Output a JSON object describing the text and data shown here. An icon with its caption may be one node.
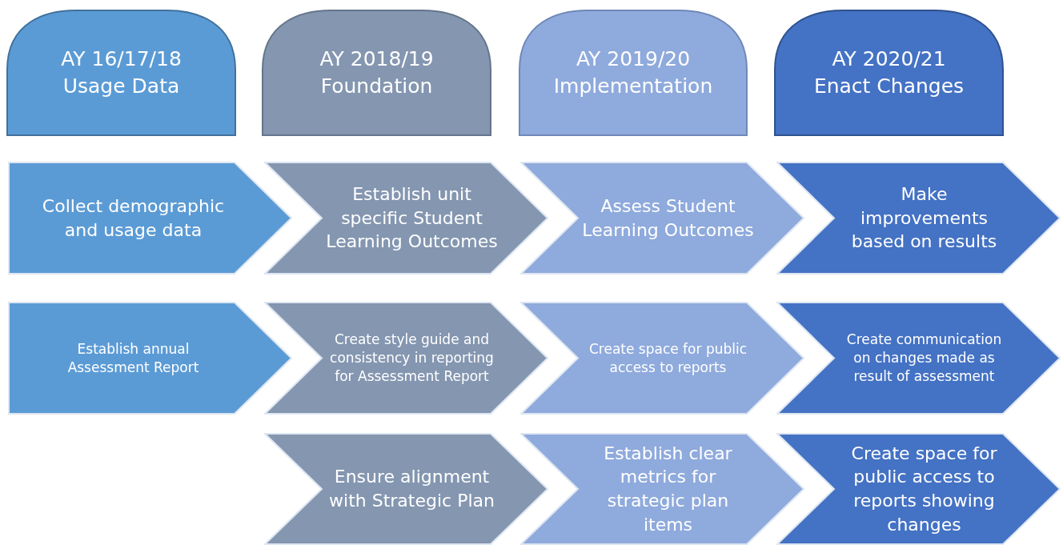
{
  "diagram": {
    "nodes": [
      {
        "text": [
          "AY 16/17/18 Usage Data"
        ]
      },
      {
        "text": [
          "AY 2018/19 Foundation"
        ]
      },
      {
        "text": [
          "AY 2019/20 Implementation"
        ]
      },
      {
        "text": [
          "AY 2020/21 Enact Changes"
        ]
      },
      {
        "text": [
          "Collect demographic and usage data"
        ]
      },
      {
        "text": [
          "Establish unit specific Student Learning Outcomes"
        ]
      },
      {
        "text": [
          "Assess Student Learning Outcomes"
        ]
      },
      {
        "text": [
          "Make improvements based on results"
        ]
      },
      {
        "text": [
          "Establish annual Assessment Report"
        ]
      },
      {
        "text": [
          "Create style guide and consistency in reporting for Assessment Report"
        ]
      },
      {
        "text": [
          "Create space for public access to reports"
        ]
      },
      {
        "text": [
          "Create communication on changes made as result of assessment"
        ]
      },
      {
        "text": [
          "Ensure alignment with Strategic Plan"
        ]
      },
      {
        "text": [
          "Establish clear metrics for strategic plan items"
        ]
      },
      {
        "text": [
          "Create space for public access to reports showing changes"
        ]
      }
    ]
  }
}
